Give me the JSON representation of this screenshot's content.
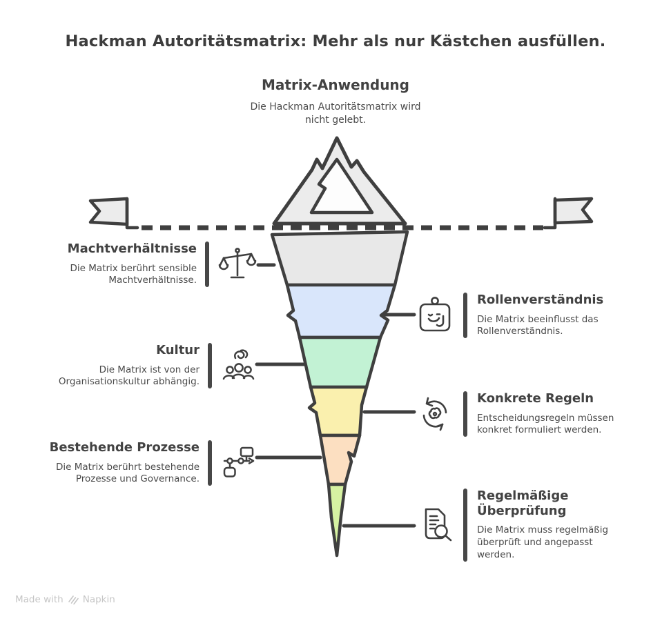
{
  "page": {
    "title": "Hackman Autoritätsmatrix: Mehr als nur Kästchen ausfüllen."
  },
  "top_section": {
    "heading": "Matrix-Anwendung",
    "description": "Die Hackman Autoritätsmatrix wird nicht gelebt."
  },
  "left_callouts": [
    {
      "title": "Machtverhältnisse",
      "description": "Die Matrix berührt sensible Machtverhältnisse.",
      "icon": "scales-icon"
    },
    {
      "title": "Kultur",
      "description": "Die Matrix ist von der Organisationskultur abhängig.",
      "icon": "people-group-icon"
    },
    {
      "title": "Bestehende Prozesse",
      "description": "Die Matrix berührt bestehende Prozesse und Governance.",
      "icon": "flowchart-icon"
    }
  ],
  "right_callouts": [
    {
      "title": "Rollenverständnis",
      "description": "Die Matrix beeinflusst das Rollenverständnis.",
      "icon": "role-badge-icon"
    },
    {
      "title": "Konkrete Regeln",
      "description": "Entscheidungsregeln müssen konkret formuliert werden.",
      "icon": "rules-cycle-icon"
    },
    {
      "title": "Regelmäßige Überprüfung",
      "description": "Die Matrix muss regelmäßig überprüft und angepasst werden.",
      "icon": "document-search-icon"
    }
  ],
  "iceberg": {
    "outline_color": "#3f3f3f",
    "mountain_color": "#ececec",
    "flag_color": "#ececec",
    "layers": [
      {
        "label": "Machtverhältnisse",
        "color": "#e8e8e8"
      },
      {
        "label": "Rollenverständnis",
        "color": "#d9e6fb"
      },
      {
        "label": "Kultur",
        "color": "#c2f2d4"
      },
      {
        "label": "Konkrete Regeln",
        "color": "#faf0ae"
      },
      {
        "label": "Bestehende Prozesse",
        "color": "#fcdfc1"
      },
      {
        "label": "Regelmäßige Überprüfung",
        "color": "#d6f2a2"
      }
    ]
  },
  "footer": {
    "made_with": "Made with",
    "brand": "Napkin"
  }
}
